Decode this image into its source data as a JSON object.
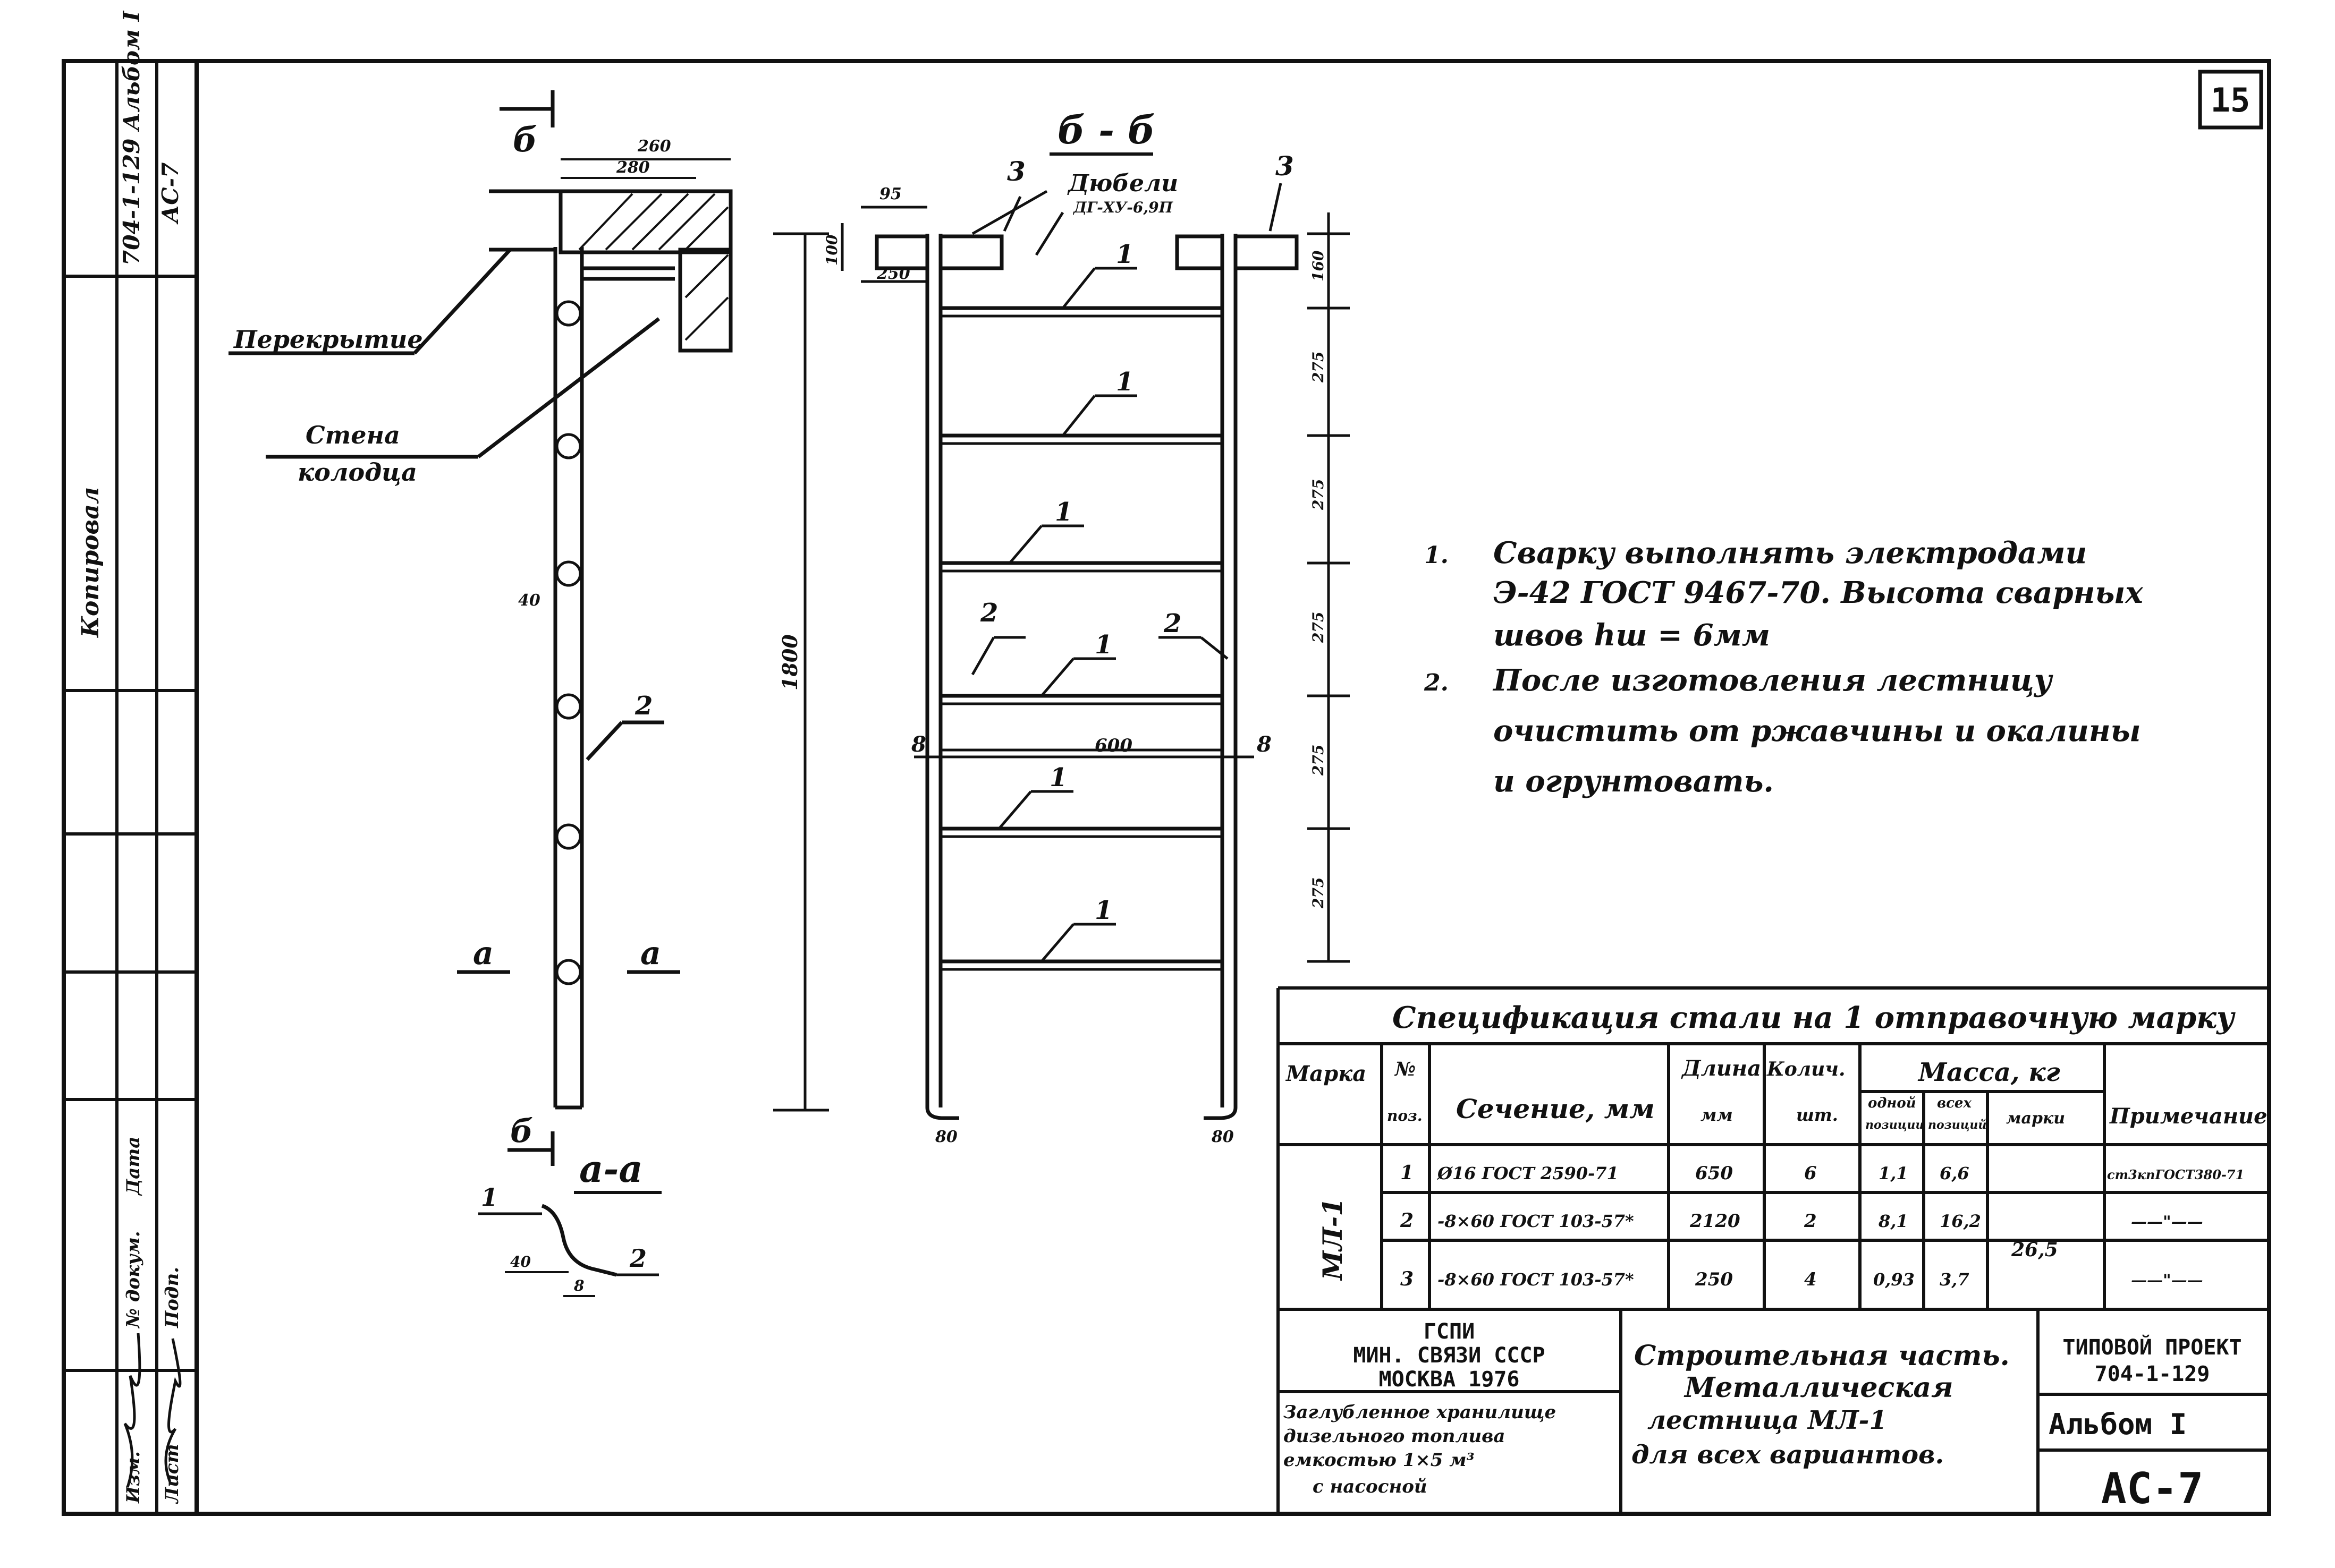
{
  "sheet_number": "15",
  "left_strip": {
    "doc_code": "704-1-129 Альбом I",
    "sheet_label": "АС-7",
    "header_line": "Копировал",
    "rotated_labels": [
      "Изм.",
      "Лист",
      "№ докум.",
      "Подп.",
      "Дата"
    ]
  },
  "drawing_left": {
    "section_top": "б",
    "section_bottom": "б",
    "dim_260": "260",
    "dim_280": "280",
    "label_slab": "Перекрытие",
    "label_wall_1": "Стена",
    "label_wall_2": "колодца",
    "dim_40": "40",
    "pos_2": "2",
    "cut_a_left": "а",
    "cut_a_right": "а",
    "section_aa": "а-а",
    "detail_pos_1": "1",
    "detail_pos_2": "2",
    "detail_dim_40": "40",
    "detail_dim_8": "8"
  },
  "drawing_middle": {
    "overall_height": "1800"
  },
  "drawing_right": {
    "title": "б - б",
    "dim_95": "95",
    "dim_250": "250",
    "dim_100": "100",
    "label_dowels_1": "Дюбели",
    "label_dowels_2": "ДГ-ХУ-6,9П",
    "pos_3_left": "3",
    "pos_3_right": "3",
    "rungs": [
      "1",
      "1",
      "1",
      "1",
      "1",
      "1"
    ],
    "pos_2_left": "2",
    "pos_2_right": "2",
    "pos_8_left": "8",
    "pos_8_right": "8",
    "width_600": "600",
    "spacing": [
      "160",
      "275",
      "275",
      "275",
      "275",
      "275"
    ],
    "dim_bottom_left": "80",
    "dim_bottom_right": "80"
  },
  "notes": [
    {
      "num": "1.",
      "lines": [
        "Сварку выполнять электродами",
        "Э-42  ГОСТ 9467-70. Высота сварных",
        "швов  hш = 6мм"
      ]
    },
    {
      "num": "2.",
      "lines": [
        "После изготовления лестницу",
        "очистить  от  ржавчины  и окалины",
        "и  огрунтовать."
      ]
    }
  ],
  "spec_table": {
    "title": "Спецификация стали на 1 отправочную марку",
    "headers": {
      "mark": "Марка",
      "pos_1": "№",
      "pos_2": "поз.",
      "section": "Сечение, мм",
      "length_1": "Длина",
      "length_2": "мм",
      "qty_1": "Колич.",
      "qty_2": "шт.",
      "mass": "Масса, кг",
      "mass_one_1": "одной",
      "mass_one_2": "позиции",
      "mass_all_1": "всех",
      "mass_all_2": "позиций",
      "mass_mark": "марки",
      "note": "Примечание"
    },
    "mark_value": "МЛ-1",
    "total_mass": "26,5",
    "rows": [
      {
        "pos": "1",
        "section": "Ø16 ГОСТ 2590-71",
        "length": "650",
        "qty": "6",
        "mass_one": "1,1",
        "mass_all": "6,6",
        "note": "ст3кпГОСТ380-71"
      },
      {
        "pos": "2",
        "section": "-8×60 ГОСТ 103-57*",
        "length": "2120",
        "qty": "2",
        "mass_one": "8,1",
        "mass_all": "16,2",
        "note": "——\"——"
      },
      {
        "pos": "3",
        "section": "-8×60 ГОСТ 103-57*",
        "length": "250",
        "qty": "4",
        "mass_one": "0,93",
        "mass_all": "3,7",
        "note": "——\"——"
      }
    ]
  },
  "title_block": {
    "org_1": "ГСПИ",
    "org_2": "МИН. СВЯЗИ СССР",
    "org_3": "МОСКВА 1976",
    "object_lines": [
      "Заглубленное хранилище",
      "дизельного топлива",
      "емкостью  1×5 м³",
      "с насосной"
    ],
    "name_lines": [
      "Строительная часть.",
      "Металлическая",
      "лестница  МЛ-1",
      "для всех вариантов."
    ],
    "project_1": "ТИПОВОЙ ПРОЕКТ",
    "project_2": "704-1-129",
    "album": "Альбом I",
    "sheet_code": "АС-7"
  }
}
